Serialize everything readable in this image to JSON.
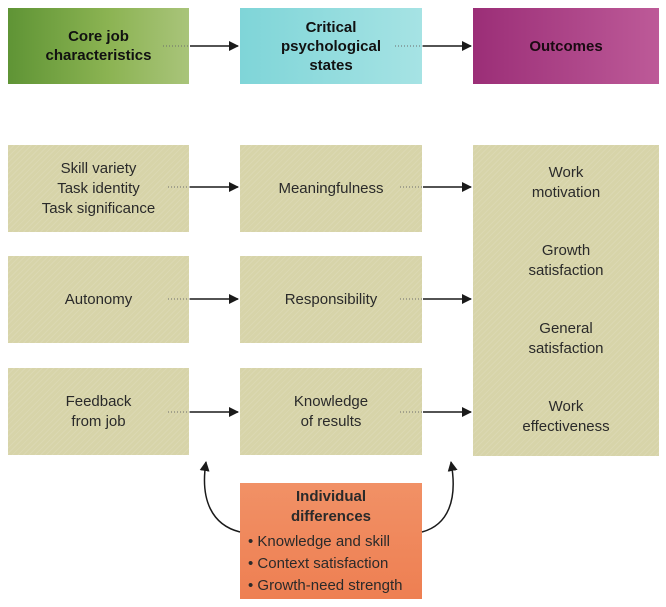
{
  "headers": {
    "core": [
      "Core job",
      "characteristics"
    ],
    "critical": [
      "Critical",
      "psychological",
      "states"
    ],
    "outcomes": [
      "Outcomes"
    ]
  },
  "characteristics": [
    [
      "Skill variety",
      "Task identity",
      "Task significance"
    ],
    [
      "Autonomy"
    ],
    [
      "Feedback",
      "from job"
    ]
  ],
  "states": [
    [
      "Meaningfulness"
    ],
    [
      "Responsibility"
    ],
    [
      "Knowledge",
      "of results"
    ]
  ],
  "outcomes": [
    [
      "Work",
      "motivation"
    ],
    [
      "Growth",
      "satisfaction"
    ],
    [
      "General",
      "satisfaction"
    ],
    [
      "Work",
      "effectiveness"
    ]
  ],
  "individual_differences": {
    "title": [
      "Individual",
      "differences"
    ],
    "items": [
      "Knowledge and skill",
      "Context satisfaction",
      "Growth-need strength"
    ]
  },
  "colors": {
    "core": "#6f9a3c",
    "critical": "#8fd9dc",
    "outcomes": "#a63c82",
    "row_box": "#d7d4a9",
    "individual": "#f0865a",
    "arrow": "#1a1a1a"
  }
}
